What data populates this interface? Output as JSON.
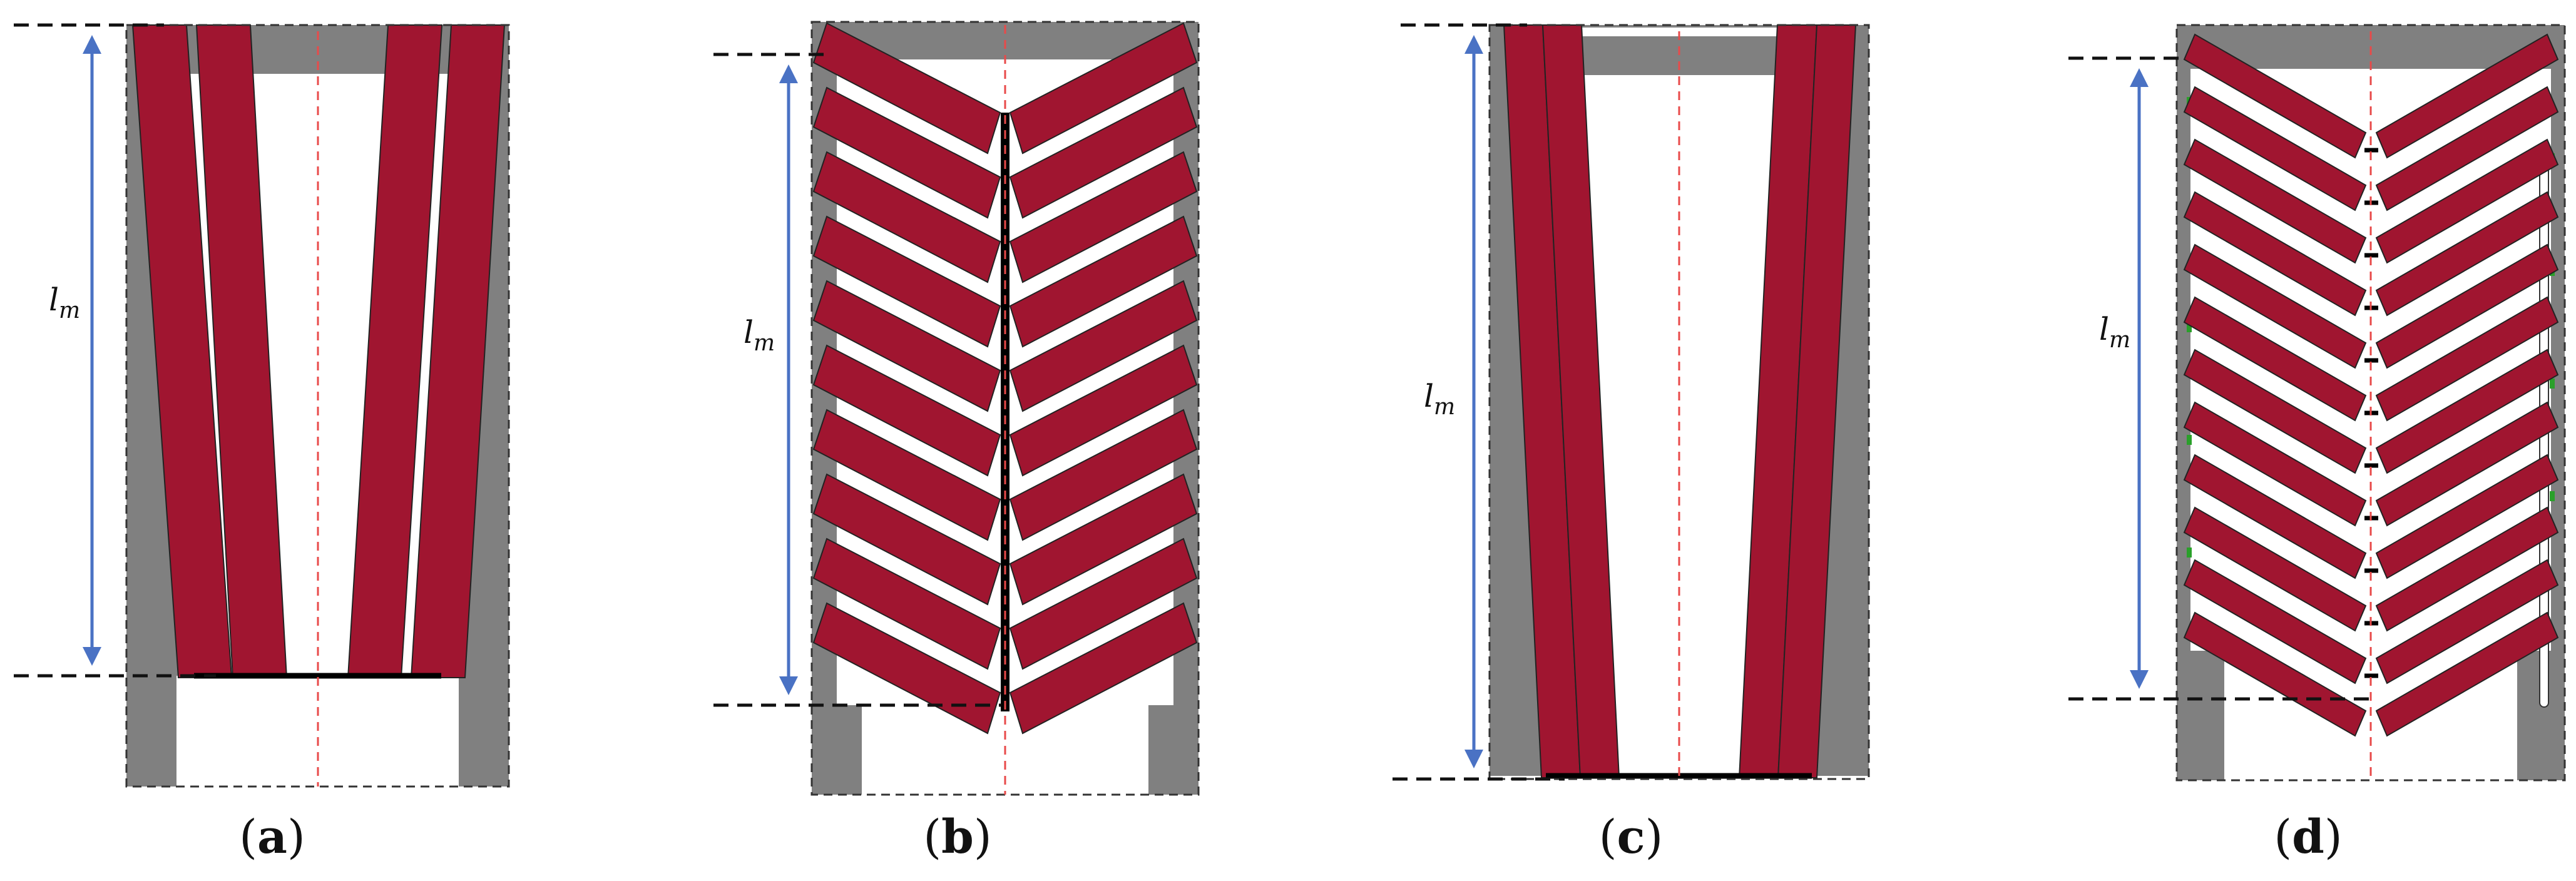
{
  "panels": [
    {
      "id": "a",
      "caption": "a",
      "length_label": "l",
      "length_subscript": "m"
    },
    {
      "id": "b",
      "caption": "b",
      "length_label": "l",
      "length_subscript": "m"
    },
    {
      "id": "c",
      "caption": "c",
      "length_label": "l",
      "length_subscript": "m"
    },
    {
      "id": "d",
      "caption": "d",
      "length_label": "l",
      "length_subscript": "m"
    }
  ],
  "colors": {
    "segment_fill": "#a01530",
    "frame_grey": "#808080",
    "dimension_arrow": "#4a72c4",
    "axis_dashed": "#e84a4a",
    "guide_dashed": "#111111",
    "hinge_green": "#2aa02a"
  }
}
